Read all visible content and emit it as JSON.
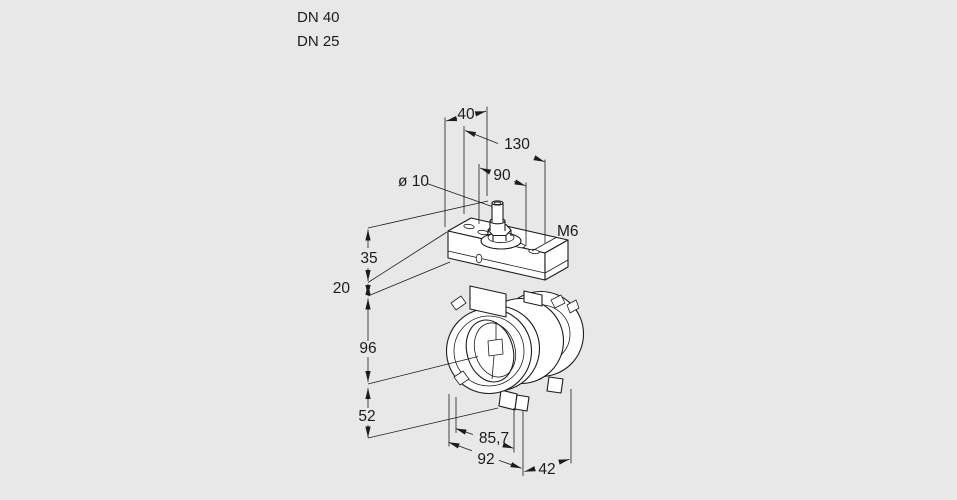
{
  "colors": {
    "background": "#e8e8e8",
    "line": "#1c1c1c",
    "surface": "#ffffff"
  },
  "header": {
    "size_line1": "DN 40",
    "size_line2": "DN 25"
  },
  "drawing": {
    "dimensions": {
      "top_offset": "40",
      "plate_length": "130",
      "bolt_spacing": "90",
      "shaft_diameter": "ø 10",
      "thread_size": "M6",
      "shaft_height": "35",
      "plate_thickness": "20",
      "axis_height": "96",
      "lower_height": "52",
      "inner_width": "85,7",
      "outer_width": "92",
      "body_depth": "42"
    }
  }
}
